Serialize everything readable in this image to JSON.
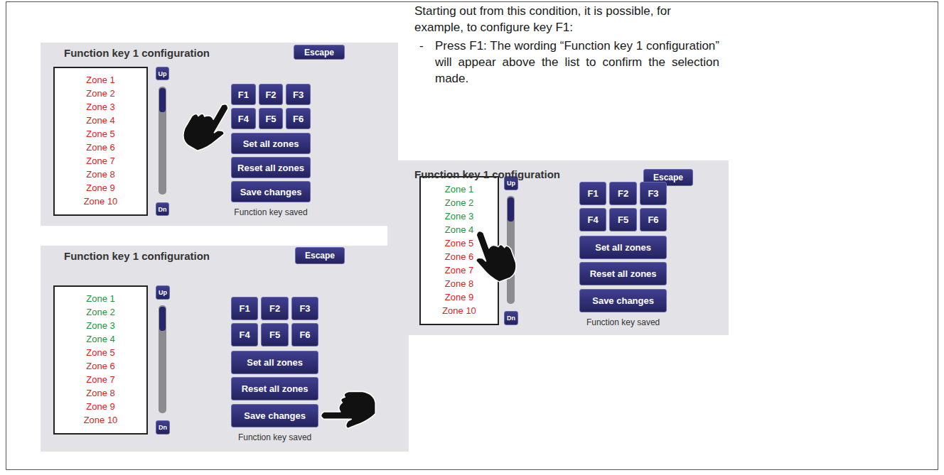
{
  "diagram": {
    "nodes": [
      {
        "text": [
          "Function key 1 configuration",
          "Function key saved"
        ]
      },
      {
        "text": [
          "Escape"
        ],
        "in": 0
      },
      {
        "text": [
          "Zone 1",
          "Zone 2",
          "Zone 3",
          "Zone 4",
          "Zone 5",
          "Zone 6",
          "Zone 7",
          "Zone 8",
          "Zone 9",
          "Zone 10"
        ],
        "in": 0
      },
      {
        "text": [
          "Up"
        ],
        "in": 0
      },
      {
        "text": [
          "Dn"
        ],
        "in": 0
      },
      {
        "text": [
          "F1"
        ],
        "in": 0
      },
      {
        "text": [
          "F2"
        ],
        "in": 0
      },
      {
        "text": [
          "F3"
        ],
        "in": 0
      },
      {
        "text": [
          "F4"
        ],
        "in": 0
      },
      {
        "text": [
          "F5"
        ],
        "in": 0
      },
      {
        "text": [
          "F6"
        ],
        "in": 0
      },
      {
        "text": [
          "Set all zones"
        ],
        "in": 0
      },
      {
        "text": [
          "Reset all zones"
        ],
        "in": 0
      },
      {
        "text": [
          "Save changes"
        ],
        "in": 0
      },
      {
        "text": [
          "Function key 1 configuration",
          "Function key saved"
        ]
      },
      {
        "text": [
          "Escape"
        ],
        "in": 14
      },
      {
        "text": [
          "Zone 1",
          "Zone 2",
          "Zone 3",
          "Zone 4",
          "Zone 5",
          "Zone 6",
          "Zone 7",
          "Zone 8",
          "Zone 9",
          "Zone 10"
        ],
        "in": 14
      },
      {
        "text": [
          "Up"
        ],
        "in": 14
      },
      {
        "text": [
          "Dn"
        ],
        "in": 14
      },
      {
        "text": [
          "F1"
        ],
        "in": 14
      },
      {
        "text": [
          "F2"
        ],
        "in": 14
      },
      {
        "text": [
          "F3"
        ],
        "in": 14
      },
      {
        "text": [
          "F4"
        ],
        "in": 14
      },
      {
        "text": [
          "F5"
        ],
        "in": 14
      },
      {
        "text": [
          "F6"
        ],
        "in": 14
      },
      {
        "text": [
          "Set all zones"
        ],
        "in": 14
      },
      {
        "text": [
          "Reset all zones"
        ],
        "in": 14
      },
      {
        "text": [
          "Save changes"
        ],
        "in": 14
      },
      {
        "text": [
          "Function key 1 configuration",
          "Function key saved"
        ]
      },
      {
        "text": [
          "Escape"
        ],
        "in": 28
      },
      {
        "text": [
          "Zone 1",
          "Zone 2",
          "Zone 3",
          "Zone 4",
          "Zone 5",
          "Zone 6",
          "Zone 7",
          "Zone 8",
          "Zone 9",
          "Zone 10"
        ],
        "in": 28
      },
      {
        "text": [
          "Up"
        ],
        "in": 28
      },
      {
        "text": [
          "Dn"
        ],
        "in": 28
      },
      {
        "text": [
          "F1"
        ],
        "in": 28
      },
      {
        "text": [
          "F2"
        ],
        "in": 28
      },
      {
        "text": [
          "F3"
        ],
        "in": 28
      },
      {
        "text": [
          "F4"
        ],
        "in": 28
      },
      {
        "text": [
          "F5"
        ],
        "in": 28
      },
      {
        "text": [
          "F6"
        ],
        "in": 28
      },
      {
        "text": [
          "Set all zones"
        ],
        "in": 28
      },
      {
        "text": [
          "Reset all zones"
        ],
        "in": 28
      },
      {
        "text": [
          "Save changes"
        ],
        "in": 28
      }
    ],
    "labels": [
      "Starting out from this condition, it is possible, for example, to configure key F1:",
      "-",
      "Press F1: The wording “Function key 1 configuration” will appear above the list to confirm the selection made."
    ]
  }
}
